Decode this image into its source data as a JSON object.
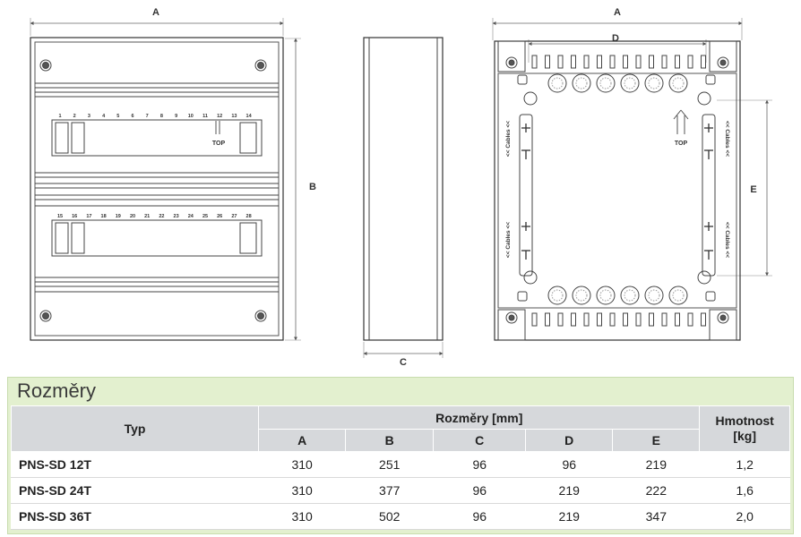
{
  "drawing": {
    "front_labels": {
      "a": "A",
      "b": "B"
    },
    "side_labels": {
      "c": "C"
    },
    "back_labels": {
      "a": "A",
      "d": "D",
      "e": "E"
    },
    "top_text": "TOP",
    "cables_text": "<< Cables <<",
    "row1_numbers": [
      "1",
      "2",
      "3",
      "4",
      "5",
      "6",
      "7",
      "8",
      "9",
      "10",
      "11",
      "12",
      "13",
      "14"
    ],
    "row2_numbers": [
      "15",
      "16",
      "17",
      "18",
      "19",
      "20",
      "21",
      "22",
      "23",
      "24",
      "25",
      "26",
      "27",
      "28"
    ]
  },
  "table": {
    "title": "Rozměry",
    "col_type": "Typ",
    "col_dims": "Rozměry [mm]",
    "col_weight_line1": "Hmotnost",
    "col_weight_line2": "[kg]",
    "sub_headers": [
      "A",
      "B",
      "C",
      "D",
      "E"
    ],
    "rows": [
      {
        "type": "PNS-SD 12T",
        "values": [
          "310",
          "251",
          "96",
          "96",
          "219"
        ],
        "weight": "1,2"
      },
      {
        "type": "PNS-SD 24T",
        "values": [
          "310",
          "377",
          "96",
          "219",
          "222"
        ],
        "weight": "1,6"
      },
      {
        "type": "PNS-SD 36T",
        "values": [
          "310",
          "502",
          "96",
          "219",
          "347"
        ],
        "weight": "2,0"
      }
    ]
  }
}
